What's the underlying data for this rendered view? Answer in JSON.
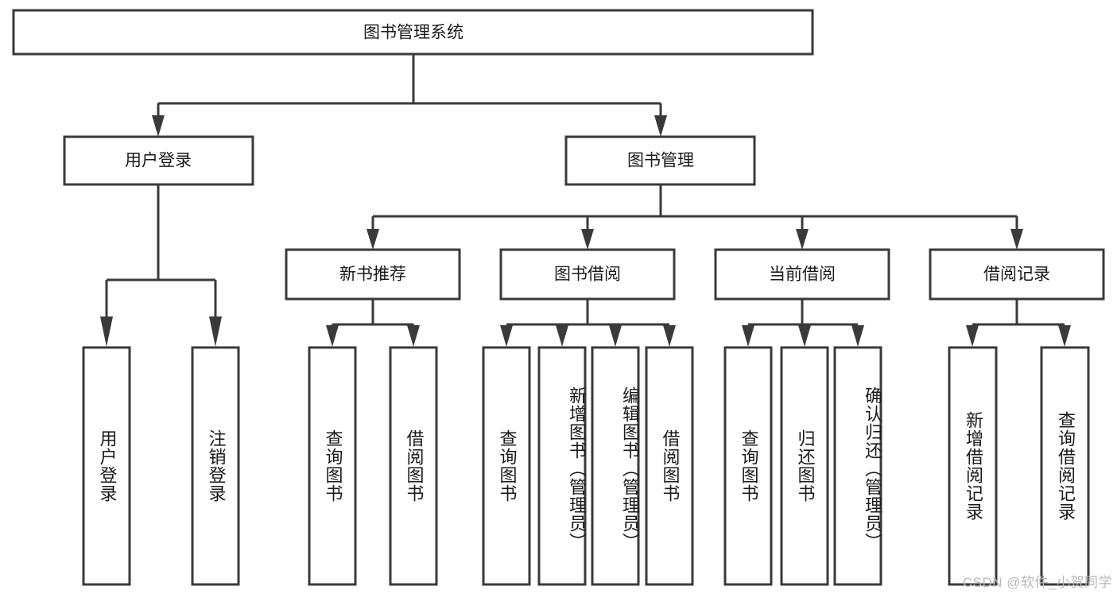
{
  "diagram": {
    "type": "tree",
    "title": "图书管理系统",
    "watermark": "CSDN @软件_小贺同学",
    "root": {
      "id": "root",
      "label": "图书管理系统",
      "orientation": "horizontal"
    },
    "level2": [
      {
        "id": "user-login",
        "label": "用户登录",
        "orientation": "horizontal"
      },
      {
        "id": "book-management",
        "label": "图书管理",
        "orientation": "horizontal"
      }
    ],
    "level3": [
      {
        "id": "new-book-recommend",
        "label": "新书推荐",
        "orientation": "horizontal",
        "parent": "book-management"
      },
      {
        "id": "book-borrow",
        "label": "图书借阅",
        "orientation": "horizontal",
        "parent": "book-management"
      },
      {
        "id": "current-borrow",
        "label": "当前借阅",
        "orientation": "horizontal",
        "parent": "book-management"
      },
      {
        "id": "borrow-record",
        "label": "借阅记录",
        "orientation": "horizontal",
        "parent": "book-management"
      }
    ],
    "leaves": [
      {
        "id": "leaf-user-login",
        "label": "用户登录",
        "orientation": "vertical",
        "parent": "user-login"
      },
      {
        "id": "leaf-logout-login",
        "label": "注销登录",
        "orientation": "vertical",
        "parent": "user-login"
      },
      {
        "id": "leaf-query-book-1",
        "label": "查询图书",
        "orientation": "vertical",
        "parent": "new-book-recommend"
      },
      {
        "id": "leaf-borrow-book-1",
        "label": "借阅图书",
        "orientation": "vertical",
        "parent": "new-book-recommend"
      },
      {
        "id": "leaf-query-book-2",
        "label": "查询图书",
        "orientation": "vertical",
        "parent": "book-borrow"
      },
      {
        "id": "leaf-add-book-admin",
        "label": "新增图书（管理员）",
        "orientation": "vertical",
        "parent": "book-borrow"
      },
      {
        "id": "leaf-edit-book-admin",
        "label": "编辑图书（管理员）",
        "orientation": "vertical",
        "parent": "book-borrow"
      },
      {
        "id": "leaf-borrow-book-2",
        "label": "借阅图书",
        "orientation": "vertical",
        "parent": "book-borrow"
      },
      {
        "id": "leaf-query-book-3",
        "label": "查询图书",
        "orientation": "vertical",
        "parent": "current-borrow"
      },
      {
        "id": "leaf-return-book",
        "label": "归还图书",
        "orientation": "vertical",
        "parent": "current-borrow"
      },
      {
        "id": "leaf-confirm-return-admin",
        "label": "确认归还（管理员）",
        "orientation": "vertical",
        "parent": "current-borrow"
      },
      {
        "id": "leaf-add-borrow-record",
        "label": "新增借阅记录",
        "orientation": "vertical",
        "parent": "borrow-record"
      },
      {
        "id": "leaf-query-borrow-record",
        "label": "查询借阅记录",
        "orientation": "vertical",
        "parent": "borrow-record"
      }
    ],
    "colors": {
      "stroke": "#3a3a3a",
      "fill": "#ffffff",
      "text": "#1a1a1a",
      "watermark": "#b8b8b8"
    }
  }
}
